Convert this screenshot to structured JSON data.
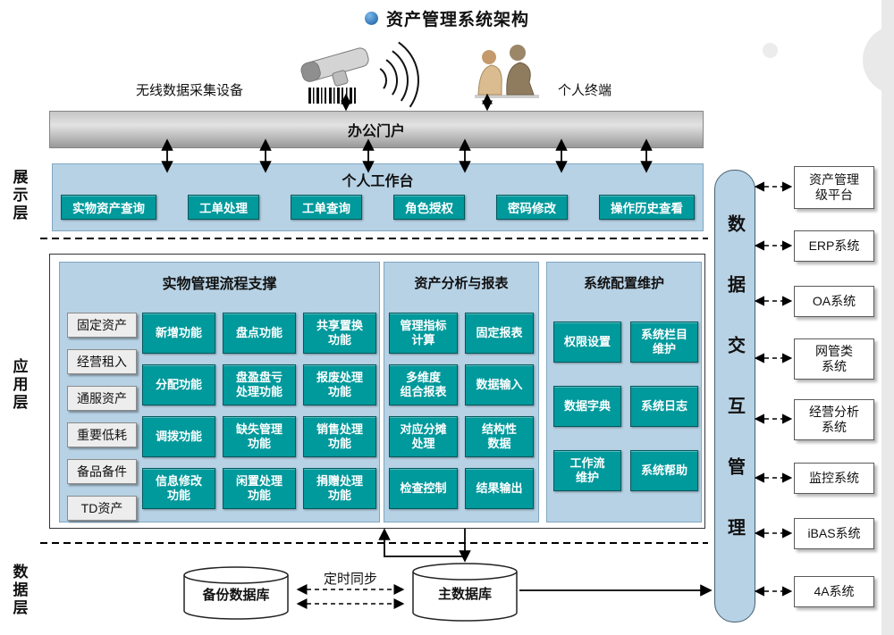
{
  "title": "资产管理系统架构",
  "colors": {
    "teal": "#00999c",
    "panel_blue": "#b7d2e5",
    "portal_gray": "#bdbdbd",
    "accent_blue": "#14599f"
  },
  "top": {
    "wireless_label": "无线数据采集设备",
    "terminal_label": "个人终端",
    "portal": "办公门户"
  },
  "layers": {
    "presentation": "展示层",
    "application": "应用层",
    "data": "数据层"
  },
  "workbench": {
    "title": "个人工作台",
    "buttons": [
      "实物资产查询",
      "工单处理",
      "工单查询",
      "角色授权",
      "密码修改",
      "操作历史查看"
    ]
  },
  "physical": {
    "title": "实物管理流程支撑",
    "categories": [
      "固定资产",
      "经营租入",
      "通服资产",
      "重要低耗",
      "备品备件",
      "TD资产"
    ],
    "functions": [
      "新增功能",
      "盘点功能",
      "共享置换\n功能",
      "分配功能",
      "盘盈盘亏\n处理功能",
      "报废处理\n功能",
      "调拨功能",
      "缺失管理\n功能",
      "销售处理\n功能",
      "信息修改\n功能",
      "闲置处理\n功能",
      "捐赠处理\n功能"
    ]
  },
  "analysis": {
    "title": "资产分析与报表",
    "functions": [
      "管理指标\n计算",
      "固定报表",
      "多维度\n组合报表",
      "数据输入",
      "对应分摊\n处理",
      "结构性\n数据",
      "检查控制",
      "结果输出"
    ]
  },
  "config": {
    "title": "系统配置维护",
    "functions": [
      "权限设置",
      "系统栏目\n维护",
      "数据字典",
      "系统日志",
      "工作流\n维护",
      "系统帮助"
    ]
  },
  "exchange": {
    "title": "数据交互管理"
  },
  "external_systems": [
    "资产管理\n级平台",
    "ERP系统",
    "OA系统",
    "网管类\n系统",
    "经营分析\n系统",
    "监控系统",
    "iBAS系统",
    "4A系统"
  ],
  "data_layer": {
    "backup_db": "备份数据库",
    "main_db": "主数据库",
    "sync_label": "定时同步"
  }
}
